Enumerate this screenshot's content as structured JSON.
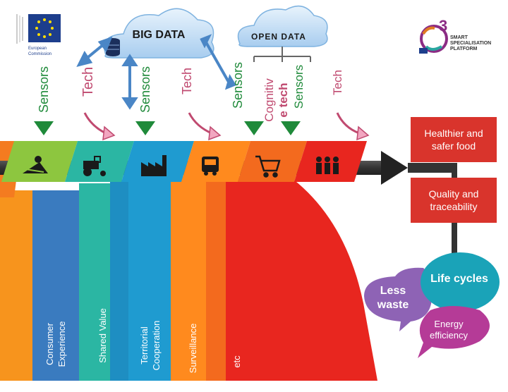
{
  "header": {
    "eu_logo": {
      "line1": "European",
      "line2": "Commission"
    },
    "big_data": "BIG DATA",
    "open_data": "OPEN DATA",
    "s3_logo": {
      "number": "3",
      "line1": "SMART",
      "line2": "SPECIALISATION",
      "line3": "PLATFORM"
    }
  },
  "inputs": {
    "sensors_1": "Sensors",
    "tech_1": "Tech",
    "sensors_2": "Sensors",
    "tech_2": "Tech",
    "sensors_3": "Sensors",
    "cognitive_line1": "Cognitiv",
    "cognitive_line2": "e tech",
    "sensors_4": "Sensors",
    "tech_3": "Tech"
  },
  "chain_icons": [
    "farm-icon",
    "tractor-icon",
    "factory-icon",
    "truck-icon",
    "shopping-cart-icon",
    "people-icon"
  ],
  "outcomes": {
    "healthier": "Healthier and safer food",
    "quality": "Quality and traceability"
  },
  "streams": {
    "consumer_line1": "Consumer",
    "consumer_line2": "Experience",
    "shared_value": "Shared Value",
    "territorial_line1": "Territorial",
    "territorial_line2": "Cooperation",
    "surveillance": "Surveillance",
    "etc": "etc"
  },
  "bubbles": {
    "less_waste": "Less waste",
    "life_cycles": "Life cycles",
    "energy": "Energy efficiency"
  },
  "colors": {
    "stream_colors": [
      "#3a7bbf",
      "#2bb6a3",
      "#1f9bd0",
      "#ff8a1e",
      "#f36a1e",
      "#e8261f"
    ],
    "banner_red": "#d9342c",
    "bubble_purple": "#8e63b5",
    "bubble_teal": "#1aa3b8",
    "bubble_magenta": "#b53b97"
  }
}
